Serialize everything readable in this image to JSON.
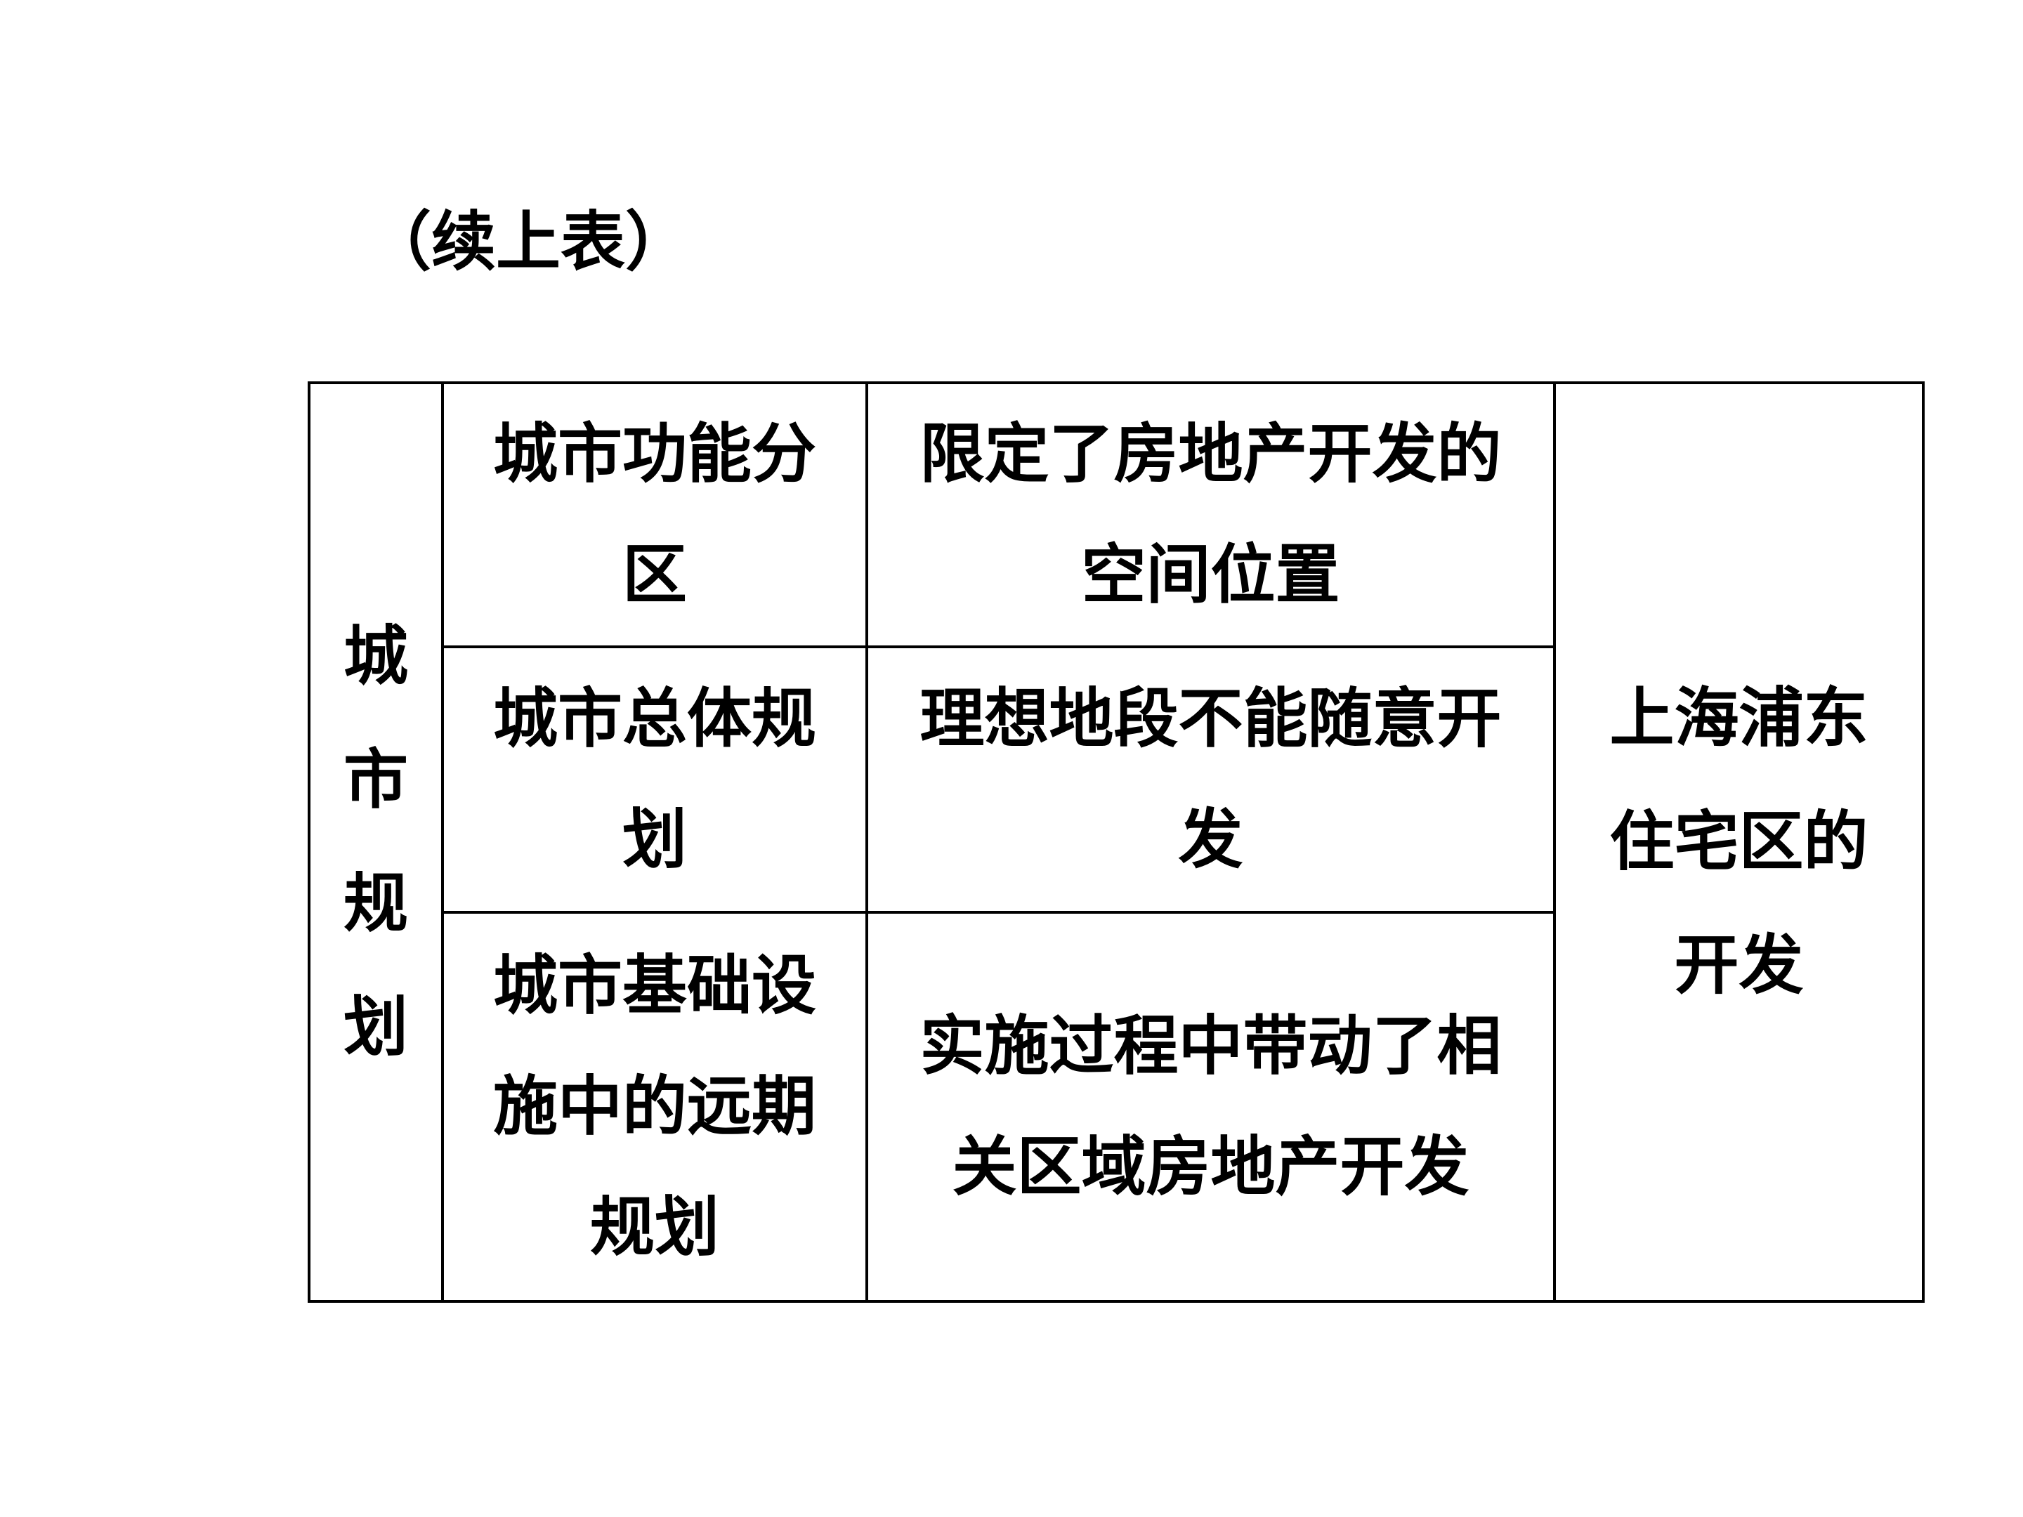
{
  "caption": "（续上表）",
  "table": {
    "category": "城市规划",
    "rows": [
      {
        "aspect": "城市功能分区",
        "effect": "限定了房地产开发的空间位置"
      },
      {
        "aspect": "城市总体规划",
        "effect": "理想地段不能随意开发"
      },
      {
        "aspect": "城市基础设施中的远期规划",
        "effect": "实施过程中带动了相关区域房地产开发"
      }
    ],
    "example": "上海浦东住宅区的开发"
  }
}
